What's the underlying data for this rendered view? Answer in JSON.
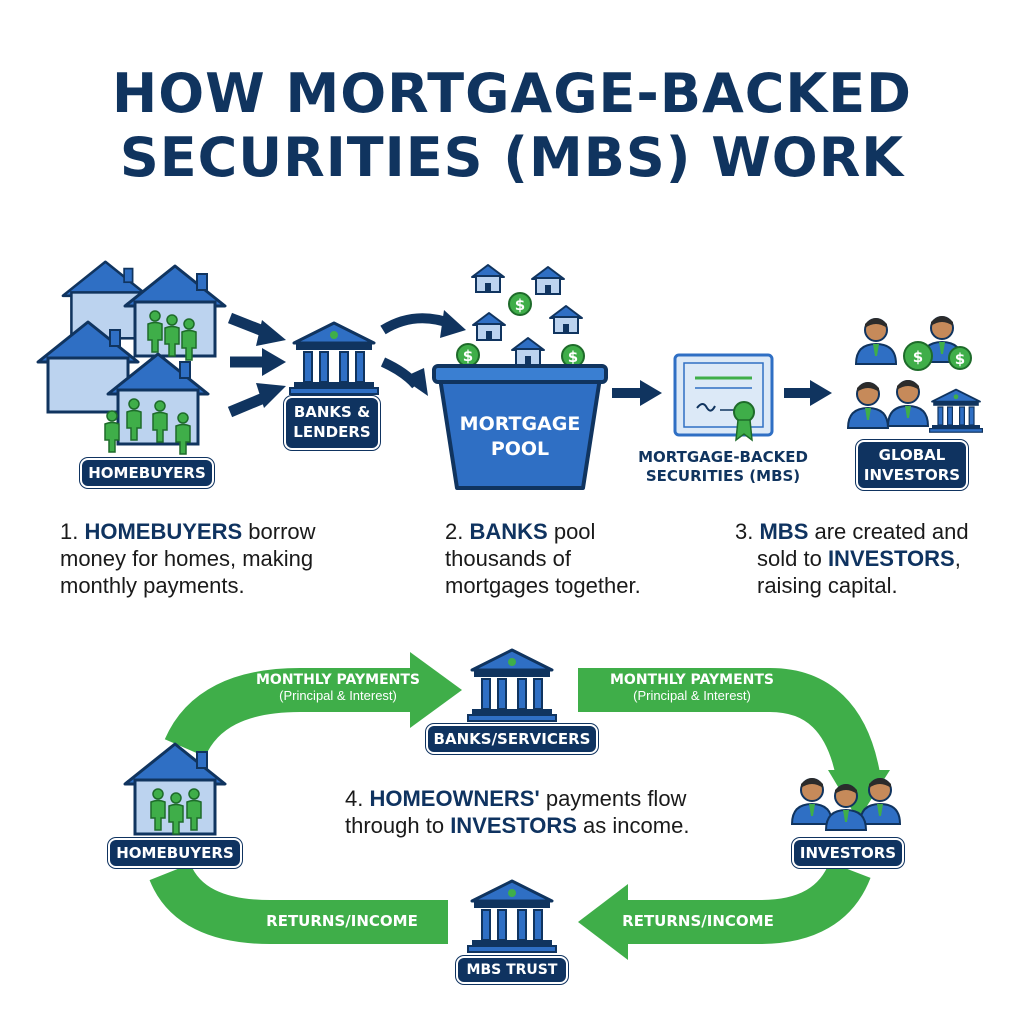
{
  "title": {
    "line1": "HOW MORTGAGE-BACKED",
    "line2": "SECURITIES (MBS) WORK"
  },
  "top_flow": {
    "homebuyers_label": "HOMEBUYERS",
    "banks_label_line1": "BANKS &",
    "banks_label_line2": "LENDERS",
    "pool_line1": "MORTGAGE",
    "pool_line2": "POOL",
    "mbs_line1": "MORTGAGE-BACKED",
    "mbs_line2": "SECURITIES (MBS)",
    "investors_line1": "GLOBAL",
    "investors_line2": "INVESTORS"
  },
  "captions": {
    "step1": {
      "num": "1.",
      "bold": "HOMEBUYERS",
      "rest1": " borrow",
      "line2": "money for homes, making",
      "line3": "monthly payments."
    },
    "step2": {
      "num": "2.",
      "bold": "BANKS",
      "rest1": " pool",
      "line2": "thousands of",
      "line3": "mortgages together."
    },
    "step3": {
      "num": "3.",
      "bold": "MBS",
      "rest1": " are created and",
      "line2a": "sold to ",
      "bold2": "INVESTORS",
      "line2b": ",",
      "line3": "raising capital."
    },
    "step4": {
      "num": "4.",
      "bold": "HOMEOWNERS'",
      "rest1": " payments flow",
      "line2a": "through to ",
      "bold2": "INVESTORS",
      "line2b": " as income."
    }
  },
  "cycle": {
    "left_arrow_title": "MONTHLY PAYMENTS",
    "left_arrow_sub": "(Principal & Interest)",
    "right_arrow_title": "MONTHLY PAYMENTS",
    "right_arrow_sub": "(Principal & Interest)",
    "banks_servicers": "BANKS/SERVICERS",
    "homebuyers": "HOMEBUYERS",
    "investors": "INVESTORS",
    "mbs_trust": "MBS TRUST",
    "returns_left": "RETURNS/INCOME",
    "returns_right": "RETURNS/INCOME"
  },
  "colors": {
    "navy": "#0f3360",
    "blue": "#2f6fc4",
    "light_blue": "#cfe0f5",
    "green": "#3fae49"
  }
}
